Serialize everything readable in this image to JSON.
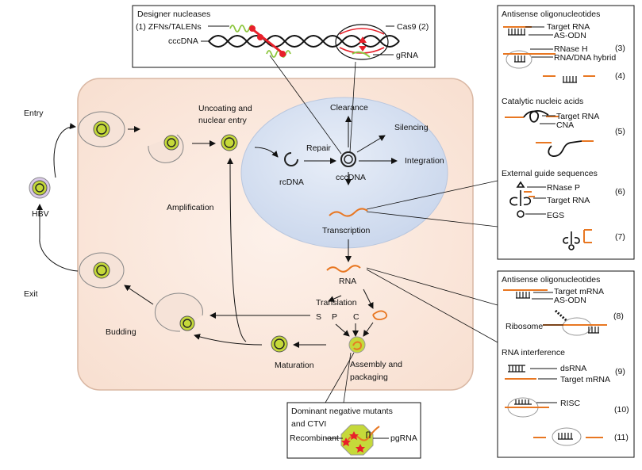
{
  "labels": {
    "entry": "Entry",
    "exit": "Exit",
    "hbv": "HBV",
    "amplification": "Amplification",
    "budding": "Budding",
    "uncoating_1": "Uncoating and",
    "uncoating_2": "nuclear entry",
    "rcdna": "rcDNA",
    "repair": "Repair",
    "cccdna": "cccDNA",
    "clearance": "Clearance",
    "silencing": "Silencing",
    "integration": "Integration",
    "transcription": "Transcription",
    "rna": "RNA",
    "translation": "Translation",
    "s": "S",
    "p": "P",
    "c": "C",
    "maturation": "Maturation",
    "assembly_1": "Assembly and",
    "assembly_2": "packaging"
  },
  "designer_nucleases": {
    "title": "Designer nucleases",
    "zfn": "(1) ZFNs/TALENs",
    "cccdna": "cccDNA",
    "cas9": "Cas9 (2)",
    "grna": "gRNA"
  },
  "right_panel_top": {
    "aso_title": "Antisense oligonucleotides",
    "target_rna": "Target RNA",
    "as_odn": "AS-ODN",
    "rnase_h": "RNase H",
    "hybrid": "RNA/DNA hybrid",
    "n3": "(3)",
    "n4": "(4)",
    "cna_title": "Catalytic nucleic acids",
    "cna_target": "Target RNA",
    "cna": "CNA",
    "n5": "(5)",
    "egs_title": "External guide sequences",
    "rnase_p": "RNase P",
    "egs_target": "Target RNA",
    "egs": "EGS",
    "n6": "(6)",
    "n7": "(7)"
  },
  "right_panel_bottom": {
    "aso_title": "Antisense oligonucleotides",
    "target_mrna": "Target mRNA",
    "as_odn": "AS-ODN",
    "ribosome": "Ribosome",
    "n8": "(8)",
    "rnai_title": "RNA interference",
    "dsrna": "dsRNA",
    "target_mrna2": "Target mRNA",
    "n9": "(9)",
    "risc": "RISC",
    "n10": "(10)",
    "n11": "(11)"
  },
  "dominant_negative": {
    "title_1": "Dominant negative mutants",
    "title_2": "and CTVI",
    "recombinant": "Recombinant C",
    "pgrna": "pgRNA"
  },
  "colors": {
    "cell": "#fbe7dc",
    "cell_stroke": "#d9b7a3",
    "nucleus": "#d6e0f0",
    "rna": "#e87722",
    "virion": "#c5d93a",
    "zfn": "#e8202a",
    "spring": "#8dc63f"
  }
}
